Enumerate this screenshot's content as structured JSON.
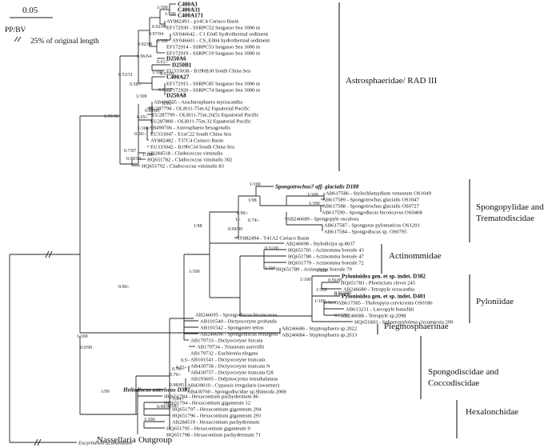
{
  "scale": {
    "value": "0.05",
    "method": "PP/BV",
    "break_note": "25% of original length"
  },
  "groups": [
    {
      "label": "Astrosphaeridae/ RAD III"
    },
    {
      "label": "Spongopylidae and"
    },
    {
      "label": "Trematodiscidae"
    },
    {
      "label": "Actinommidae"
    },
    {
      "label": "Pyloniidae"
    },
    {
      "label": "Plegmosphaerinae"
    },
    {
      "label": "Spongodiscidae and"
    },
    {
      "label": "Coccodiscidae"
    },
    {
      "label": "Hexalonchidae"
    },
    {
      "label": "Nassellaria"
    },
    {
      "label": "Outgroup"
    }
  ],
  "taxa": [
    {
      "label": "C400A3"
    },
    {
      "label": "C400A31"
    },
    {
      "label": "C400A171"
    },
    {
      "label": "AY882493 - p14C4 Cariaco Basin"
    },
    {
      "label": "EF172930 - SSRPC52 Sargasso Sea 3000 m"
    },
    {
      "label": "AY046642 - C1 E045 hydrothermal sediment"
    },
    {
      "label": "AY046601 - CS_E004 hydrothermal sediment"
    },
    {
      "label": "EF172914 - SSRPC53 Sargasso Sea 3000 m"
    },
    {
      "label": "EF172919 - SSRPC19 Sargasso Sea 3000 m"
    },
    {
      "label": "D250A6"
    },
    {
      "label": "D250B1"
    },
    {
      "label": "EU333038 - B19bB30 South China Sea"
    },
    {
      "label": "C400A27"
    },
    {
      "label": "EF172915 - SSRPC85 Sargasso Sea 3000 m"
    },
    {
      "label": "EF172920 - SSRPC74 Sargasso Sea 3000 m"
    },
    {
      "label": "D250A8"
    },
    {
      "label": "AB490705 - Arachnosphaera myriacantha"
    },
    {
      "label": "EU287798 - OLI011-75m.62 Equatorial Pacific"
    },
    {
      "label": "EU287799 - OLI011-75m.26(5) Equatorial Pacific"
    },
    {
      "label": "EU287800 - OLI011-75m.32 Equatorial Pacific"
    },
    {
      "label": "AB490706 - Astrosphaera hexagonalis"
    },
    {
      "label": "EU333047 - E1aC22 South China Sea"
    },
    {
      "label": "AY882482 - T37C4 Cariaco Basin"
    },
    {
      "label": "EU333042 - B19bC34 South China Sea"
    },
    {
      "label": "AB284518 - Cladococcus viminalis"
    },
    {
      "label": "HQ651782 - Cladococcus viminalis 302"
    },
    {
      "label": "HQ651792 - Cladococcus viminalis 83"
    },
    {
      "label": "Spongotrochus? aff. glacialis D188"
    },
    {
      "label": "AB617586 - Stylochlamydium venustum OS1049"
    },
    {
      "label": "AB617589 - Spongotrochus glacialis OS1047"
    },
    {
      "label": "AB617588 - Spongotrochus glacialis OS0727"
    },
    {
      "label": "AB617590 - Spongodiscus biconcavus OS0468"
    },
    {
      "label": "AB246689 - Spongopyle osculosa"
    },
    {
      "label": "AB617587 - Spongurus pylomaticus OS1201"
    },
    {
      "label": "AB617584 - Spongodiscus sp. OS0795"
    },
    {
      "label": "AY882494 - T41A2 Cariaco Basin"
    },
    {
      "label": "AB246698 - Stylodictya sp.8037"
    },
    {
      "label": "HQ651781 - Actinomma boreale 43"
    },
    {
      "label": "HQ651780 - Actinomma boreale 47"
    },
    {
      "label": "HQ651779 - Actinomma boreale 72"
    },
    {
      "label": "HQ651789 - Actinomma boreale 79"
    },
    {
      "label": "Pylonioidea gen. et sp. indet. D382"
    },
    {
      "label": "HQ651783 - Phorticium clevei 245"
    },
    {
      "label": "AB246680 - Tetrapyle octacantha"
    },
    {
      "label": "Pylonioidea gen. et sp. indet. D401"
    },
    {
      "label": "AB617585 - Tholospyra cervicornis OS0186"
    },
    {
      "label": "AB613231 - Larcopyle butschlii"
    },
    {
      "label": "AB246688 - Tetrapyle sp.2098"
    },
    {
      "label": "HQ651803 - Sphaeropylolena circumtexta 299"
    },
    {
      "label": "AB246686 - Styptosphaera sp.2022"
    },
    {
      "label": "AB246684 - Styptosphaera sp.2013"
    },
    {
      "label": "AB246695 - Spongodiscus biconcavus"
    },
    {
      "label": "AB101540 - Dictyocoryne profunda"
    },
    {
      "label": "AB101542 - Spongaster tetras"
    },
    {
      "label": "AB246696 - Spongodiscus resurgens"
    },
    {
      "label": "AB179733 - Dictyocoryne furcata"
    },
    {
      "label": "AB179734 - Triastrum aurivillii"
    },
    {
      "label": "AB179732 - Euchitonia elegans"
    },
    {
      "label": "AB101541 - Dictyocoryne truncata"
    },
    {
      "label": "AB430758 - Dictyocoryne truncata N"
    },
    {
      "label": "AB430757 - Dictyocoryne truncata f28"
    },
    {
      "label": "AB193605 - Didymocyrtus tetrathalamus"
    },
    {
      "label": "AB439010 - Cypassis irregularis (swarmer)"
    },
    {
      "label": "AB430760 - Spongodiscidae sp.Shimoda 2008"
    },
    {
      "label": "Heliodiscus asteriscus D397"
    },
    {
      "label": "HQ651784 - Hexacontium pachydermum 86"
    },
    {
      "label": "HQ651794 - Hexacontium giganteum 12"
    },
    {
      "label": "HQ651797 - Hexacontium giganteum 294"
    },
    {
      "label": "HQ651796 - Hexacontium giganteum 293"
    },
    {
      "label": "AB284519 - Hexacontium pachydermum"
    },
    {
      "label": "HQ651795 - Hexacontium giganteum 9"
    },
    {
      "label": "HQ651798 - Hexacontium pachydermum 71"
    },
    {
      "label": "Eucyrtidium acuminatum"
    }
  ],
  "supports": [
    {
      "value": "1/100"
    },
    {
      "value": "1/100"
    },
    {
      "value": "0.92/96"
    },
    {
      "value": "0.97/94"
    },
    {
      "value": "1/100"
    },
    {
      "value": "0.92/98"
    },
    {
      "value": "0.96/64"
    },
    {
      "value": "0.61/-"
    },
    {
      "value": "1/100"
    },
    {
      "value": "0.53/51"
    },
    {
      "value": "0.91/95"
    },
    {
      "value": "0.58/-"
    },
    {
      "value": "0.99/97"
    },
    {
      "value": "1/100"
    },
    {
      "value": "0.99/-"
    },
    {
      "value": "0.69/85"
    },
    {
      "value": "0.65/-"
    },
    {
      "value": "1/100"
    },
    {
      "value": "0.50/-"
    },
    {
      "value": "0.99/98"
    },
    {
      "value": "0.7/87"
    },
    {
      "value": "1/100"
    },
    {
      "value": "0.99/94"
    },
    {
      "value": "1/100"
    },
    {
      "value": "1/100"
    },
    {
      "value": "1/100"
    },
    {
      "value": "1/98"
    },
    {
      "value": "0.96/-"
    },
    {
      "value": "0.74/-"
    },
    {
      "value": "1/-"
    },
    {
      "value": "1/98"
    },
    {
      "value": "0.99/99"
    },
    {
      "value": "0.51/81"
    },
    {
      "value": "1/100"
    },
    {
      "value": "1/100"
    },
    {
      "value": "1/100"
    },
    {
      "value": "0.56/85"
    },
    {
      "value": "1/100"
    },
    {
      "value": "0.91/100"
    },
    {
      "value": "0.96/91"
    },
    {
      "value": "0.96/91"
    },
    {
      "value": "1/100"
    },
    {
      "value": "0.96/93"
    },
    {
      "value": "1/100"
    },
    {
      "value": "0.96/-"
    },
    {
      "value": "0.5/-"
    },
    {
      "value": "0.53/-"
    },
    {
      "value": "0.79/-"
    },
    {
      "value": "0.98/85"
    },
    {
      "value": "0.84/-"
    },
    {
      "value": "0.79/-"
    },
    {
      "value": "0.68/-"
    },
    {
      "value": "1/99"
    },
    {
      "value": "0.99/91"
    },
    {
      "value": "1/100"
    },
    {
      "value": "0.9/99"
    },
    {
      "value": "1/100"
    }
  ]
}
